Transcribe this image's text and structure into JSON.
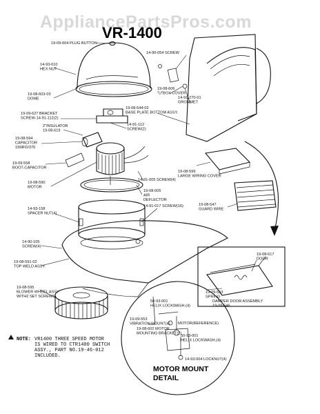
{
  "watermark": "AppliancePartsPros.com",
  "title": "VR-1400",
  "labels": {
    "plug_button": "19-09-604 PLUG BUTTON",
    "hex_nut": "14-93-010\nHEX NUT",
    "dome": "19-08-603-03\nDOME",
    "bracket": "19-09-627 BRACKET\nSCREW-14-91-112(2)",
    "insulator": "2\"INSULATOR\n19-08-619",
    "capacitor": "19-08-594\nCAPACITOR\n15MFD/370",
    "boot_capacitor": "19-09-558\nBOOT-CAPACITOR",
    "motor": "19-08-590\nMOTOR",
    "spacer_nut": "14-93-158\nSPACER NUT(4)",
    "screw_4a": "14-90-105\nSCREW(4)",
    "top_weld": "19-08-591-02\nTOP WELD ASSY.",
    "blower_wheel": "19-08-595\nBLOWER WHEEL ASSY\nWITH2 SET SCREWS",
    "screw_054": "14-90-054 SCREW",
    "plug_cover": "19-08-606\n\"U\"BOX COVER",
    "grommet": "14-91-270-01\nGROMMET",
    "base_plate": "19-08-544-02\nBASE PLATE BOTTOM ASSY.",
    "screw_112": "14-91-112\nSCREW(2)",
    "screw_005": "14-91-005 SCREW(4)",
    "air_deflector": "19-08-605\nAIR\nDEFLECTOR",
    "screw_16": "14-91-017 SCREW(16)",
    "wiring_cover": "19-08-599\nLARGE WIRING COVER",
    "guard_wire": "19-08-547\nGUARD WIRE",
    "door": "19-08-617\nDOOR",
    "spring": "19-09-553\nSPRING",
    "damper": "DAMPER DOOR ASSEMBLY\n19-08-546",
    "motor_mount_bracket": "19-08-602 MOTOR\nMOUNTING BRACKET(2)",
    "motor_ref": "MOTOR(REFERENCE)",
    "lockwasher_a": "50-93-001\nHELIX LOCKWASH.(4)",
    "lockwasher_b": "50-93-001\nHELIX LOCKWASH.(4)",
    "vibration_mount": "19-09-553\nVIBRATION MOUNT(4)",
    "locknut": "14-93-004 LOCKNUT(4)"
  },
  "note": "VR1400 THREE SPEED MOTOR\nIS WIRED TO CTR1400 SWITCH\nASSY., PART NO.19-46-012\nINCLUDED.",
  "note_tag": "NOTE:",
  "detail_title": "MOTOR MOUNT\nDETAIL"
}
